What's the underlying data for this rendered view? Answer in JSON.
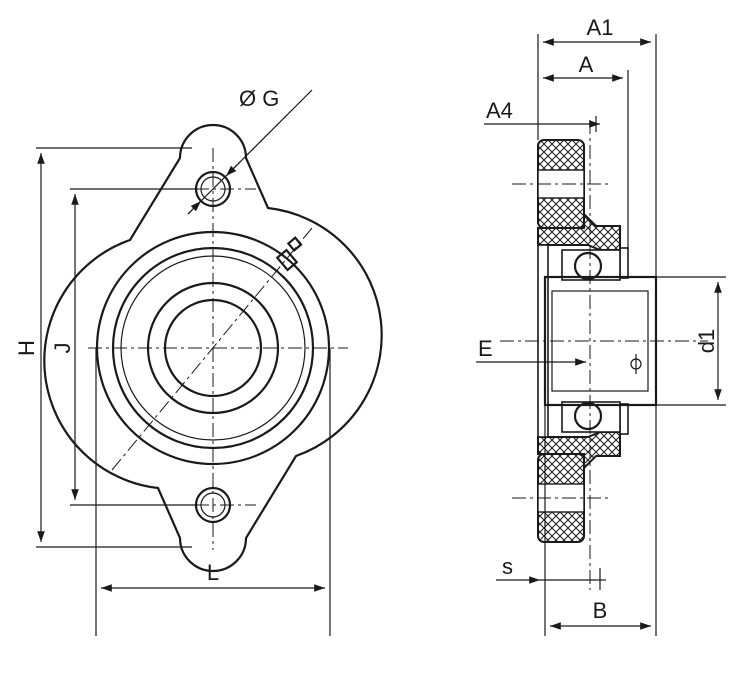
{
  "labels": {
    "front": {
      "G": "Ø G",
      "H": "H",
      "J": "J",
      "L": "L"
    },
    "side": {
      "A1": "A1",
      "A": "A",
      "A4": "A4",
      "E": "E",
      "d1": "d1",
      "s": "s",
      "B": "B"
    }
  }
}
